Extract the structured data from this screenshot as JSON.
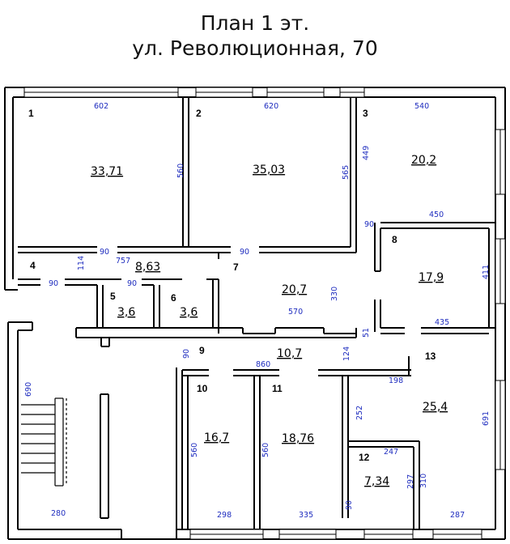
{
  "title": {
    "line1": "План 1 эт.",
    "line2": "ул. Революционная, 70"
  },
  "colors": {
    "walls": "#000000",
    "dimensions": "#1f2dbf",
    "background": "#ffffff"
  },
  "rooms": [
    {
      "number": "1",
      "area": "33,71"
    },
    {
      "number": "2",
      "area": "35,03"
    },
    {
      "number": "3",
      "area": "20,2"
    },
    {
      "number": "4",
      "area": "8,63"
    },
    {
      "number": "5",
      "area": "3,6"
    },
    {
      "number": "6",
      "area": "3,6"
    },
    {
      "number": "7",
      "area": "20,7"
    },
    {
      "number": "8",
      "area": "17,9"
    },
    {
      "number": "9",
      "area": "10,7"
    },
    {
      "number": "10",
      "area": "16,7"
    },
    {
      "number": "11",
      "area": "18,76"
    },
    {
      "number": "12",
      "area": "7,34"
    },
    {
      "number": "13",
      "area": "25,4"
    }
  ],
  "dimensions": [
    "602",
    "620",
    "540",
    "560",
    "565",
    "449",
    "450",
    "90",
    "757",
    "114",
    "90",
    "90",
    "90",
    "90",
    "330",
    "570",
    "411",
    "435",
    "51",
    "90",
    "124",
    "860",
    "198",
    "690",
    "252",
    "691",
    "247",
    "297",
    "310",
    "560",
    "560",
    "298",
    "335",
    "287",
    "280",
    "90"
  ]
}
